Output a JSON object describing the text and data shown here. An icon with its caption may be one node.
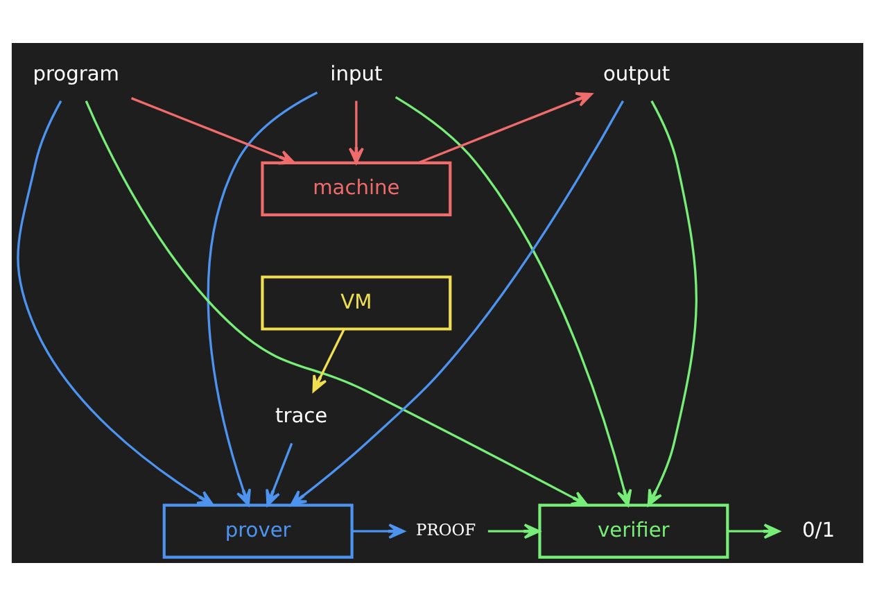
{
  "diagram": {
    "nodes": [
      {
        "text": [
          "input"
        ]
      },
      {
        "text": [
          "program"
        ]
      },
      {
        "text": [
          "output"
        ]
      },
      {
        "text": [
          "machine"
        ]
      },
      {
        "text": [
          "VM"
        ]
      },
      {
        "text": [
          "trace"
        ]
      },
      {
        "text": [
          "prover"
        ]
      },
      {
        "text": [
          "PROOF"
        ]
      },
      {
        "text": [
          "verifier"
        ]
      },
      {
        "text": [
          "0/1"
        ]
      }
    ],
    "edges": [
      {
        "from": 0,
        "to": 3,
        "arrow": "to",
        "color": "#f06b6b"
      },
      {
        "from": 1,
        "to": 3,
        "arrow": "to",
        "color": "#f06b6b"
      },
      {
        "from": 3,
        "to": 2,
        "arrow": "to",
        "color": "#f06b6b"
      },
      {
        "from": 4,
        "to": 5,
        "arrow": "to",
        "color": "#f0e050"
      },
      {
        "from": 5,
        "to": 6,
        "arrow": "to",
        "color": "#4d94f0"
      },
      {
        "from": 0,
        "to": 6,
        "arrow": "to",
        "color": "#4d94f0"
      },
      {
        "from": 1,
        "to": 6,
        "arrow": "to",
        "color": "#4d94f0"
      },
      {
        "from": 2,
        "to": 6,
        "arrow": "to",
        "color": "#4d94f0"
      },
      {
        "from": 0,
        "to": 8,
        "arrow": "to",
        "color": "#77ee77"
      },
      {
        "from": 1,
        "to": 8,
        "arrow": "to",
        "color": "#77ee77"
      },
      {
        "from": 2,
        "to": 8,
        "arrow": "to",
        "color": "#77ee77"
      },
      {
        "from": 6,
        "to": 7,
        "arrow": "to",
        "color": "#4d94f0"
      },
      {
        "from": 7,
        "to": 8,
        "arrow": "to",
        "color": "#77ee77"
      },
      {
        "from": 8,
        "to": 9,
        "arrow": "to",
        "color": "#77ee77"
      }
    ]
  }
}
